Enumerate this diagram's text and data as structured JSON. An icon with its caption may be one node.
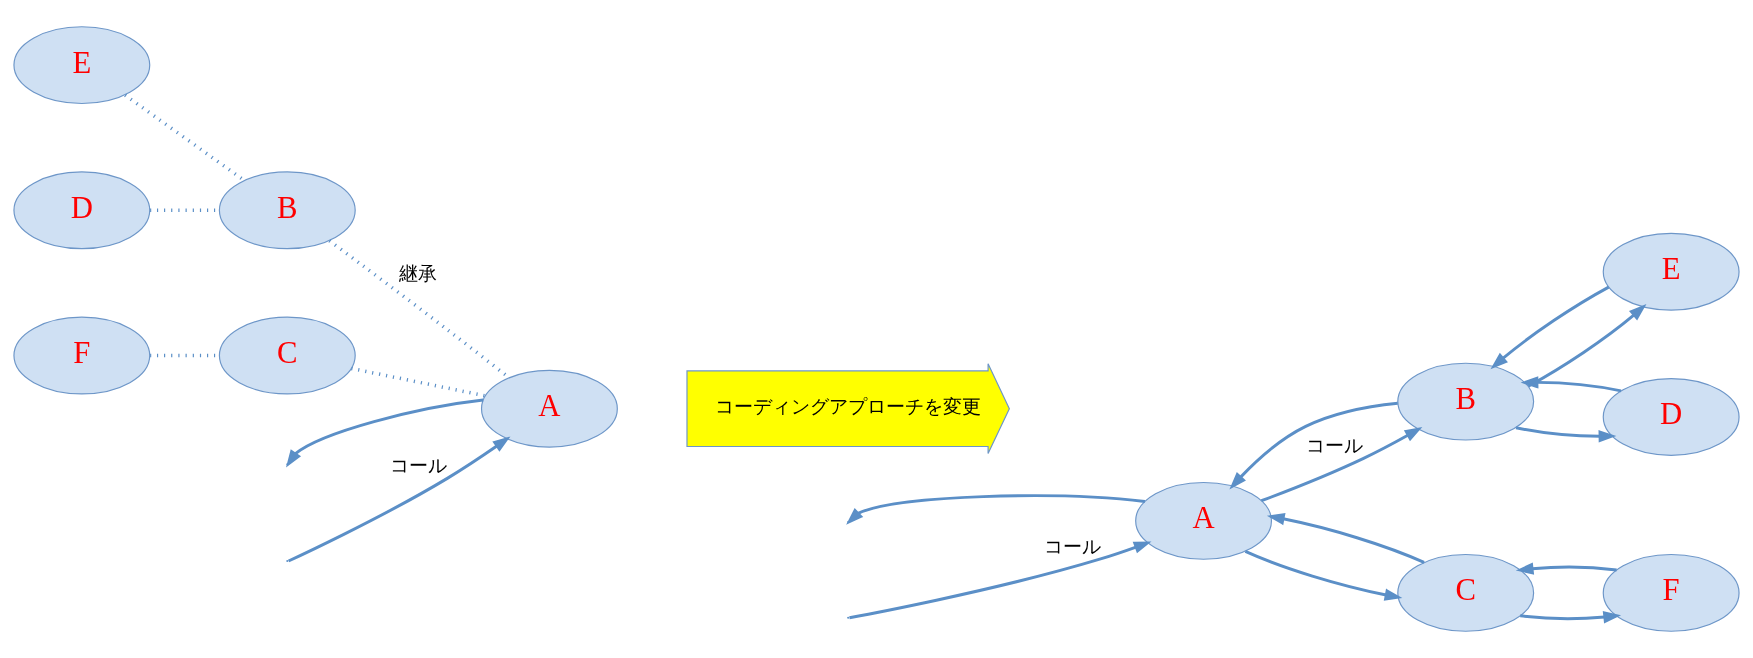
{
  "diagram": {
    "nodes": [
      {
        "text": [
          "D"
        ]
      },
      {
        "text": [
          "E"
        ]
      },
      {
        "text": [
          "F"
        ]
      },
      {
        "text": [
          "B"
        ]
      },
      {
        "text": [
          "C"
        ]
      },
      {
        "text": [
          "A"
        ]
      },
      {
        "text": [
          "コーディングアプローチを変更"
        ]
      },
      {
        "text": [
          "A"
        ]
      },
      {
        "text": [
          "B"
        ]
      },
      {
        "text": [
          "D"
        ]
      },
      {
        "text": [
          "E"
        ]
      },
      {
        "text": [
          "C"
        ]
      },
      {
        "text": [
          "F"
        ]
      }
    ],
    "edges": [
      {
        "from": 0,
        "to": 3,
        "arrow": "none",
        "style": "dashed"
      },
      {
        "from": 1,
        "to": 3,
        "arrow": "none",
        "style": "dashed"
      },
      {
        "from": 2,
        "to": 4,
        "arrow": "none",
        "style": "dashed"
      },
      {
        "from": 3,
        "to": 5,
        "arrow": "none",
        "style": "dashed",
        "label": "継承"
      },
      {
        "from": 4,
        "to": 5,
        "arrow": "none",
        "style": "dashed"
      },
      {
        "from": null,
        "to": 5,
        "arrow": "to",
        "label": "コール"
      },
      {
        "from": 5,
        "to": null,
        "arrow": "to"
      },
      {
        "from": null,
        "to": 7,
        "arrow": "to",
        "label": "コール"
      },
      {
        "from": 7,
        "to": null,
        "arrow": "to"
      },
      {
        "from": 7,
        "to": 8,
        "arrow": "to",
        "label": "コール"
      },
      {
        "from": 8,
        "to": 7,
        "arrow": "to"
      },
      {
        "from": 7,
        "to": 11,
        "arrow": "to"
      },
      {
        "from": 11,
        "to": 7,
        "arrow": "to"
      },
      {
        "from": 8,
        "to": 9,
        "arrow": "to"
      },
      {
        "from": 9,
        "to": 8,
        "arrow": "to"
      },
      {
        "from": 8,
        "to": 10,
        "arrow": "to"
      },
      {
        "from": 10,
        "to": 8,
        "arrow": "to"
      },
      {
        "from": 11,
        "to": 12,
        "arrow": "to"
      },
      {
        "from": 12,
        "to": 11,
        "arrow": "to"
      }
    ]
  }
}
